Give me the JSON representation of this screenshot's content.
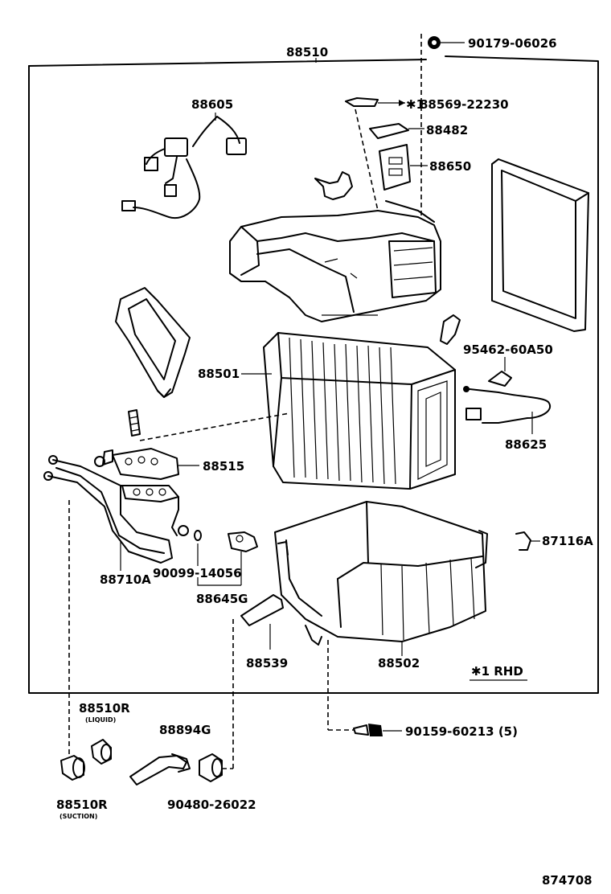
{
  "labels": {
    "assy": "88510",
    "nut": "90179-06026",
    "bracket_clip": "88569-22230",
    "bracket_mark": "✱1",
    "cover": "88482",
    "amplifier": "88650",
    "harness": "88605",
    "evaporator": "88501",
    "sensor_clip": "95462-60A50",
    "thermistor": "88625",
    "packing": "88515",
    "ex_valve": "88710A",
    "oring": "90099-14056",
    "pressure_sw": "88645G",
    "clamp": "87116A",
    "drain_hose": "88539",
    "lower_case": "88502",
    "rhd": "✱1 RHD",
    "screw": "90159-60213 (5)",
    "grommet_liquid": "88510R",
    "liquid_note": "(LIQUID)",
    "grommet_suction": "88510R",
    "suction_note": "(SUCTION)",
    "hose": "88894G",
    "grommet": "90480-26022",
    "drawing_no": "874708"
  }
}
